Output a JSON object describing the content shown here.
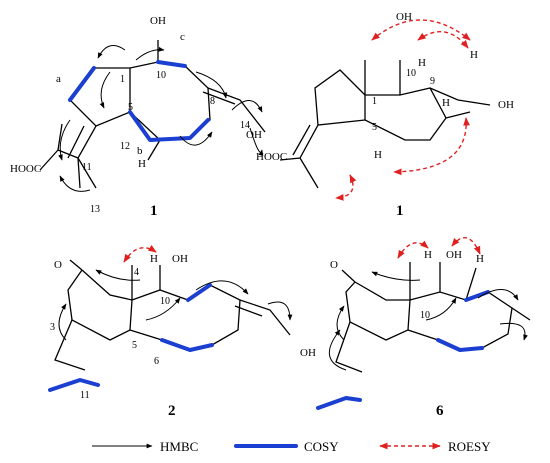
{
  "legend": {
    "hmbc": "HMBC",
    "cosy": "COSY",
    "roesy": "ROESY"
  },
  "compounds": {
    "c1a": "1",
    "c1b": "1",
    "c2": "2",
    "c6": "6"
  },
  "labels": {
    "oh": "OH",
    "hooc": "HOOC",
    "h": "H",
    "o": "O",
    "a": "a",
    "b": "b",
    "c": "c"
  },
  "numbers": {
    "n1": "1",
    "n3": "3",
    "n4": "4",
    "n5": "5",
    "n6": "6",
    "n8": "8",
    "n9": "9",
    "n10": "10",
    "n11": "11",
    "n12": "12",
    "n13": "13",
    "n14": "14"
  },
  "colors": {
    "cosy": "#1a3fd1",
    "roesy": "#e02020",
    "hmbc": "#000000"
  }
}
